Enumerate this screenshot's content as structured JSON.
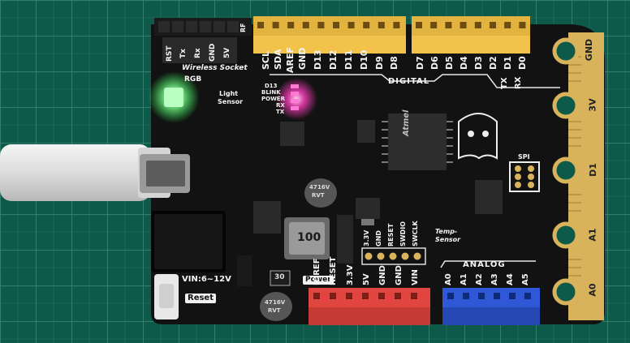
{
  "board": {
    "top_pins_left": [
      "SCL",
      "SDA",
      "AREF",
      "GND",
      "D13",
      "D12",
      "D11",
      "D10",
      "D9",
      "D8"
    ],
    "top_pins_right": [
      "D7",
      "D6",
      "D5",
      "D4",
      "D3",
      "D2",
      "D1",
      "D0"
    ],
    "digital_label": "DIGITAL",
    "tx_rx": [
      "TX",
      "RX"
    ],
    "wireless_pins": [
      "RST",
      "Tx",
      "Rx",
      "GND",
      "5V"
    ],
    "rf_label": "RF",
    "wireless_label": "Wireless Socket",
    "rgb_label": "RGB",
    "light_sensor": [
      "Light",
      "Sensor"
    ],
    "led_labels": [
      "D13",
      "BLINK",
      "POWER",
      "RX",
      "TX"
    ],
    "edge_pads": [
      "GND",
      "3V",
      "D1",
      "A1",
      "A0"
    ],
    "spi_label": "SPI",
    "chip_brand": "Atmel",
    "inductor_code": "100",
    "capacitor_top": [
      "47",
      "16V",
      "RVT"
    ],
    "capacitor_bottom": [
      "47",
      "16V",
      "RVT"
    ],
    "cap_small": "30",
    "swd_pins": [
      "3.3V",
      "GND",
      "RESET",
      "SWDIO",
      "SWCLK"
    ],
    "temp_sensor": [
      "Temp-",
      "Sensor"
    ],
    "power_label": "Power",
    "power_pins": [
      "IOREF",
      "RESET",
      "3.3V",
      "5V",
      "GND",
      "GND",
      "VIN"
    ],
    "analog_label": "ANALOG",
    "analog_pins": [
      "A0",
      "A1",
      "A2",
      "A3",
      "A4",
      "A5"
    ],
    "vin_label": "VIN:6~12V",
    "reset_label": "Reset"
  },
  "colors": {
    "mat": "#0d5a4a",
    "pcb": "#121212",
    "gold": "#d9b35c",
    "header_yellow": "#f2c24a",
    "header_red": "#e0463f",
    "header_blue": "#2f58d6",
    "rgb_led": "#8dff9a",
    "pink_leds": "#ff3fbf"
  }
}
